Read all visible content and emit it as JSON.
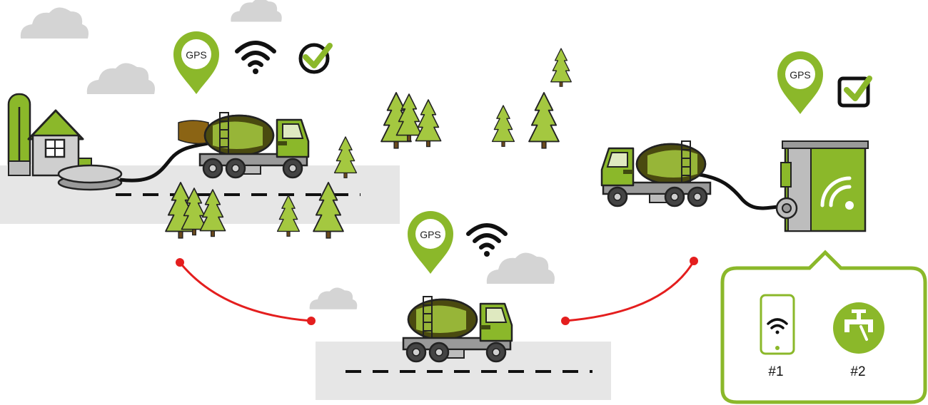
{
  "gps_markers": [
    {
      "label": "GPS"
    },
    {
      "label": "GPS"
    },
    {
      "label": "GPS"
    }
  ],
  "legend": {
    "items": [
      {
        "label": "#1",
        "icon": "smartphone-wifi-icon"
      },
      {
        "label": "#2",
        "icon": "water-tap-icon"
      }
    ]
  },
  "icons": {
    "wifi": "wifi-icon",
    "check_circle": "check-circle-icon",
    "check_square": "checkbox-icon",
    "house": "house-icon",
    "truck": "tanker-truck-icon",
    "station": "dump-station-icon",
    "tree": "tree-icon",
    "cloud": "cloud-icon"
  },
  "colors": {
    "accent_green": "#8bb82a",
    "dark_green": "#3f4a10",
    "road_gray": "#e6e6e6",
    "cloud_gray": "#d4d4d4",
    "connector_red": "#e41e1e",
    "outline": "#222222"
  }
}
